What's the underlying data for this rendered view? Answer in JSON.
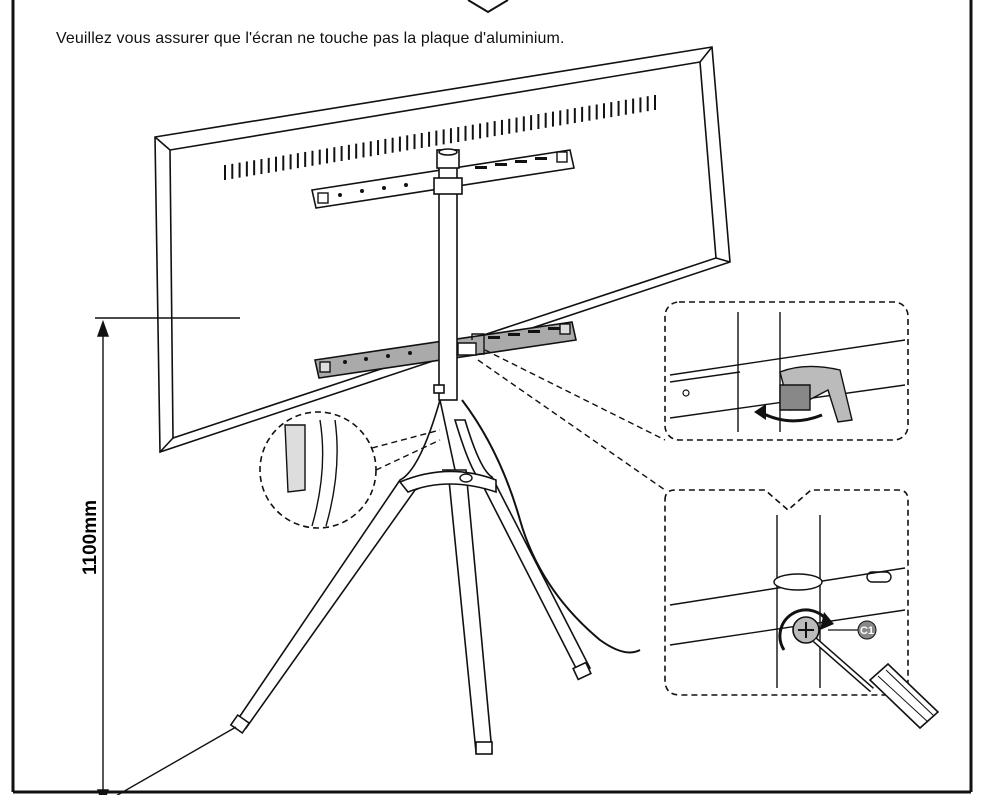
{
  "instruction": {
    "text": "Veuillez vous assurer que l'écran ne touche pas la plaque d'aluminium."
  },
  "dimension": {
    "label": "1100mm"
  },
  "callout": {
    "label": "C1"
  }
}
